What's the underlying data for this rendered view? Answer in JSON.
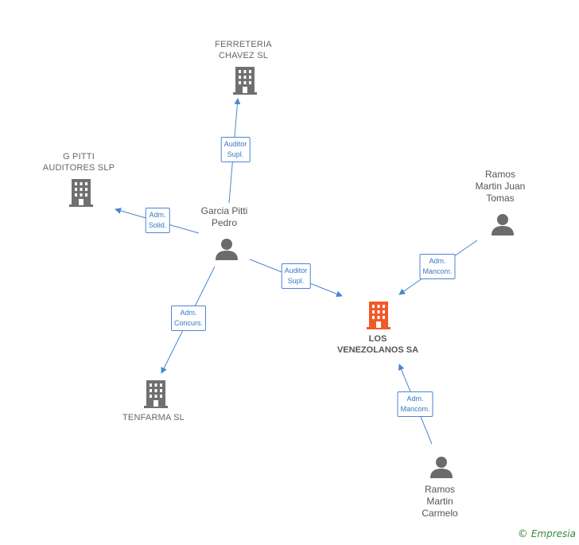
{
  "nodes": {
    "ferreteria": {
      "line1": "FERRETERIA",
      "line2": "CHAVEZ SL"
    },
    "gpitti": {
      "line1": "G PITTI",
      "line2": "AUDITORES SLP"
    },
    "tenfarma": {
      "line1": "TENFARMA SL"
    },
    "venezolanos": {
      "line1": "LOS",
      "line2": "VENEZOLANOS SA"
    },
    "garcia": {
      "line1": "Garcia Pitti",
      "line2": "Pedro"
    },
    "ramos_juan": {
      "line1": "Ramos",
      "line2": "Martin Juan",
      "line3": "Tomas"
    },
    "ramos_carmelo": {
      "line1": "Ramos",
      "line2": "Martin",
      "line3": "Carmelo"
    }
  },
  "edges": {
    "e1": {
      "line1": "Auditor",
      "line2": "Supl."
    },
    "e2": {
      "line1": "Adm.",
      "line2": "Solid."
    },
    "e3": {
      "line1": "Auditor",
      "line2": "Supl."
    },
    "e4": {
      "line1": "Adm.",
      "line2": "Concurs."
    },
    "e5": {
      "line1": "Adm.",
      "line2": "Mancom."
    },
    "e6": {
      "line1": "Adm.",
      "line2": "Mancom."
    }
  },
  "footer": {
    "copyright": "©",
    "brand": "Empresia"
  },
  "colors": {
    "edge": "#4a86d0",
    "company": "#707070",
    "main_company": "#f05a28",
    "person": "#6b6b6b"
  }
}
